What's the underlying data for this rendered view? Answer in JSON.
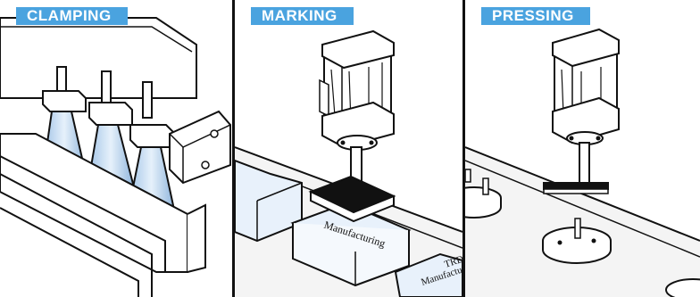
{
  "panels": {
    "clamping": {
      "title": "CLAMPING"
    },
    "marking": {
      "title": "MARKING",
      "box_label": "Manufacturing",
      "box_label_partial": "TRD",
      "box_label_partial2": "Manufactu"
    },
    "pressing": {
      "title": "PRESSING"
    }
  },
  "colors": {
    "label_bg": "#4aa3df",
    "label_text": "#ffffff",
    "line": "#111111",
    "glass": "#cfe3f7"
  },
  "icons": [
    "clamp-cylinder-icon",
    "marking-press-icon",
    "pressing-cylinder-icon"
  ]
}
